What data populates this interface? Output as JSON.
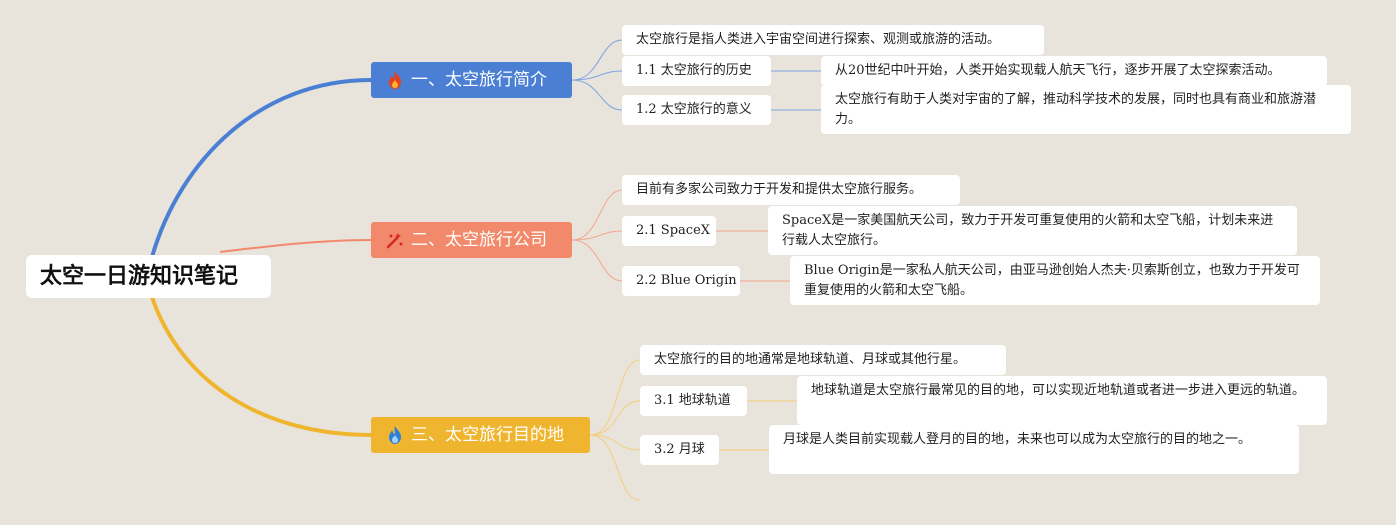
{
  "root": {
    "title": "太空一日游知识笔记"
  },
  "branches": [
    {
      "label": "一、太空旅行简介",
      "icon": "fire-icon",
      "color": "#4a7fd4",
      "summary": "太空旅行是指人类进入宇宙空间进行探索、观测或旅游的活动。",
      "topics": [
        {
          "label": "1.1 太空旅行的历史",
          "detail": "从20世纪中叶开始，人类开始实现载人航天飞行，逐步开展了太空探索活动。"
        },
        {
          "label": "1.2 太空旅行的意义",
          "detail": "太空旅行有助于人类对宇宙的了解，推动科学技术的发展，同时也具有商业和旅游潜力。"
        }
      ]
    },
    {
      "label": "二、太空旅行公司",
      "icon": "sparkles-icon",
      "color": "#f2896a",
      "summary": "目前有多家公司致力于开发和提供太空旅行服务。",
      "topics": [
        {
          "label": "2.1 SpaceX",
          "detail": "SpaceX是一家美国航天公司，致力于开发可重复使用的火箭和太空飞船，计划未来进行载人太空旅行。"
        },
        {
          "label": "2.2 Blue Origin",
          "detail": "Blue Origin是一家私人航天公司，由亚马逊创始人杰夫·贝索斯创立，也致力于开发可重复使用的火箭和太空飞船。"
        }
      ]
    },
    {
      "label": "三、太空旅行目的地",
      "icon": "flame-blue-icon",
      "color": "#f0b52e",
      "summary": "太空旅行的目的地通常是地球轨道、月球或其他行星。",
      "topics": [
        {
          "label": "3.1 地球轨道",
          "detail": "地球轨道是太空旅行最常见的目的地，可以实现近地轨道或者进一步进入更远的轨道。"
        },
        {
          "label": "3.2 月球",
          "detail": "月球是人类目前实现载人登月的目的地，未来也可以成为太空旅行的目的地之一。"
        }
      ]
    }
  ]
}
